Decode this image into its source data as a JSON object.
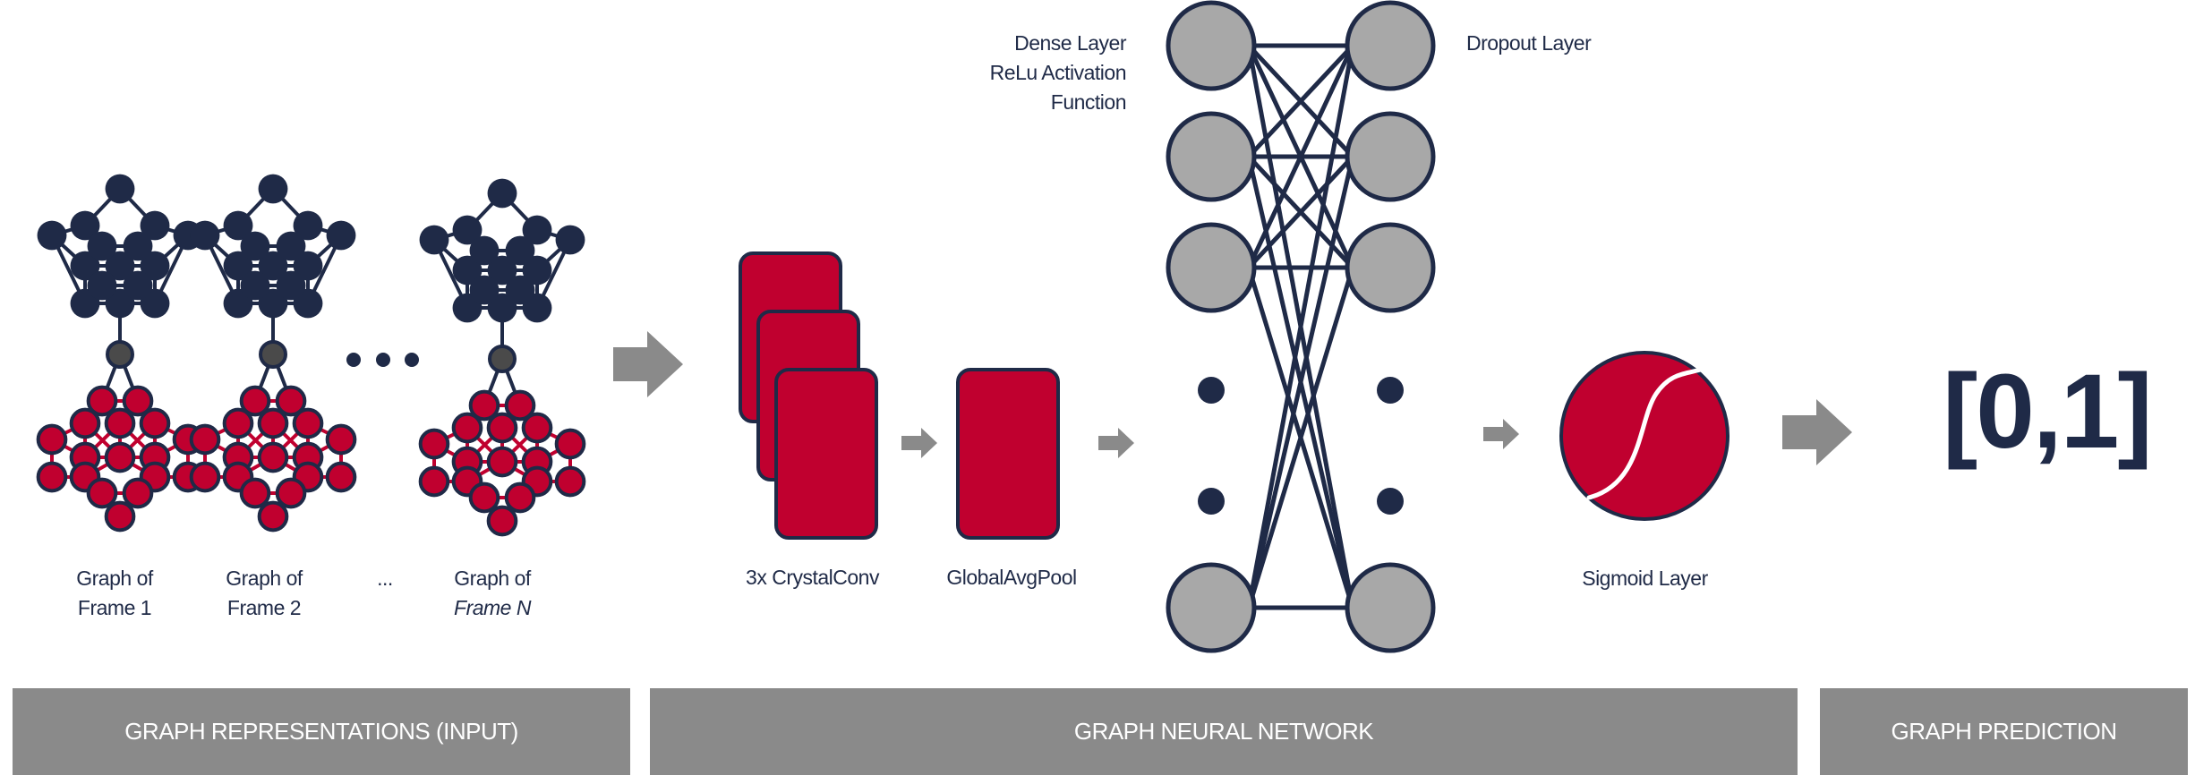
{
  "graphs": [
    {
      "caption_line1": "Graph of",
      "caption_line2": "Frame 1"
    },
    {
      "caption_line1": "Graph of",
      "caption_line2": "Frame 2"
    },
    {
      "caption_line1": "Graph of",
      "caption_line2": "Frame N"
    }
  ],
  "graph_ellipsis_caption": "...",
  "layers": {
    "crystal_conv": "3x CrystalConv",
    "global_avg_pool": "GlobalAvgPool",
    "dense_line1": "Dense Layer",
    "dense_line2": "ReLu Activation",
    "dense_line3": "Function",
    "dropout": "Dropout Layer",
    "sigmoid": "Sigmoid Layer"
  },
  "prediction": "[0,1]",
  "sections": {
    "input": "GRAPH REPRESENTATIONS (INPUT)",
    "network": "GRAPH  NEURAL NETWORK",
    "output": "GRAPH PREDICTION"
  },
  "colors": {
    "navy": "#1f2a47",
    "crimson": "#c0002f",
    "gray_node": "#a8a8a8",
    "arrow_gray": "#8a8a8a",
    "band_gray": "#8a8a8a",
    "connector_node": "#4a4a4a"
  }
}
